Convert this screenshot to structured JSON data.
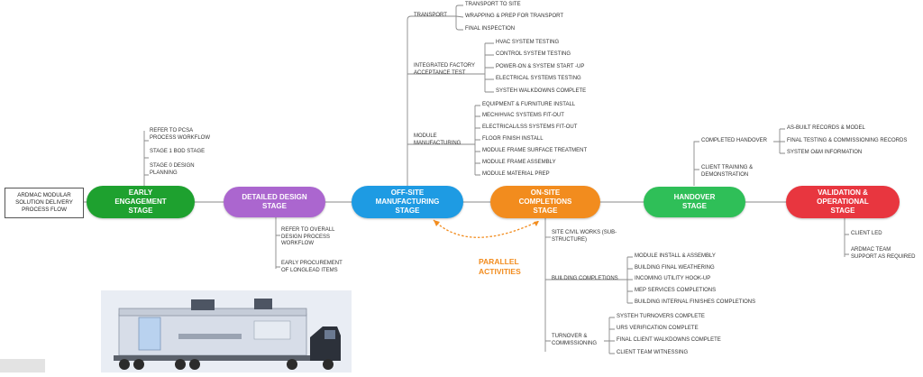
{
  "intro": "ARDMAC MODULAR\nSOLUTION DELIVERY\nPROCESS FLOW",
  "colors": {
    "early": "#1ea12f",
    "design": "#ab66cf",
    "offsite": "#1e9be3",
    "onsite": "#f28c1e",
    "handover": "#2fbf58",
    "validation": "#e8363f",
    "parallel": "#f28c1e"
  },
  "stages": {
    "early": "EARLY\nENGAGEMENT\nSTAGE",
    "design": "DETAILED DESIGN\nSTAGE",
    "offsite": "OFF-SITE\nMANUFACTURING\nSTAGE",
    "onsite": "ON-SITE\nCOMPLETIONS\nSTAGE",
    "handover": "HANDOVER\nSTAGE",
    "validation": "VALIDATION &\nOPERATIONAL\nSTAGE"
  },
  "early_items": [
    "REFER TO PCSA\nPROCESS WORKFLOW",
    "STAGE 1 BOD STAGE",
    "STAGE 0 DESIGN\nPLANNING"
  ],
  "design_items": [
    "REFER TO OVERALL\nDESIGN PROCESS\nWORKFLOW",
    "EARLY PROCUREMENT\nOF LONGLEAD ITEMS"
  ],
  "offsite": {
    "transport": {
      "label": "TRANSPORT",
      "items": [
        "TRANSPORT TO SITE",
        "WRAPPING & PREP FOR TRANSPORT",
        "FINAL INSPECTION"
      ]
    },
    "ifat": {
      "label": "INTEGRATED FACTORY\nACCEPTANCE TEST",
      "items": [
        "HVAC SYSTEM TESTING",
        "CONTROL SYSTEM TESTING",
        "POWER-ON & SYSTEM START -UP",
        "ELECTRICAL SYSTEMS TESTING",
        "SYSTEH WALKDOWNS COMPLETE"
      ]
    },
    "module": {
      "label": "MODULE\nMANUFACTURING",
      "items": [
        "EQUIPMENT & FURNITURE INSTALL",
        "MECH/HVAC SYSTEMS FIT-OUT",
        "ELECTRICAL/LSS SYSTEMS FIT-OUT",
        "FLOOR FINISH INSTALL",
        "MODULE FRAME SURFACE TREATMENT",
        "MODULE FRAME ASSEMBLY",
        "MODULE MATERIAL PREP"
      ]
    }
  },
  "onsite": {
    "civil": "SITE CIVIL WORKS (SUB-\nSTRUCTURE)",
    "building": {
      "label": "BUILDING COMPLETIONS",
      "items": [
        "MODULE INSTALL & ASSEMBLY",
        "BUILDING FINAL WEATHERING",
        "INCOMING UTILITY HOOK-UP",
        "MEP SERVICES COMPLETIONS",
        "BUILDING INTERNAL FINISHES COMPLETIONS"
      ]
    },
    "turnover": {
      "label": "TURNOVER &\nCOMMISSIONING",
      "items": [
        "SYSTEH TURNOVERS COMPLETE",
        "URS VERIFICATION COMPLETE",
        "FINAL CLIENT WALKDOWNS COMPLETE",
        "CLIENT TEAM WITNESSING"
      ]
    }
  },
  "handover": {
    "completed": {
      "label": "COMPLETED HANDOVER",
      "items": [
        "AS-BUILT RECORDS & MODEL",
        "FINAL TESTING & COMMISSIONING RECORDS",
        "SYSTEM O&M INFORMATION"
      ]
    },
    "training": "CLIENT TRAINING &\nDEMONSTRATION"
  },
  "validation_items": [
    "CLIENT LED",
    "ARDMAC TEAM\nSUPPORT AS REQUIRED"
  ],
  "parallel": "PARALLEL\nACTIVITIES"
}
